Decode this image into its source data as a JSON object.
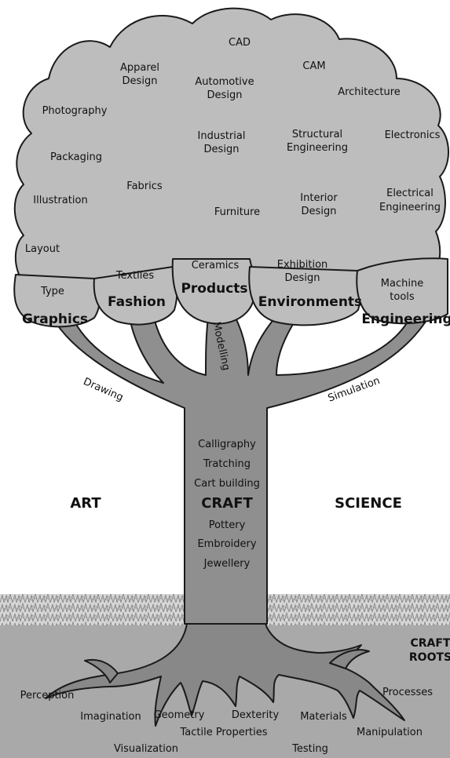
{
  "canopy": {
    "items": {
      "cad": "CAD",
      "cam": "CAM",
      "apparel_1": "Apparel",
      "apparel_2": "Design",
      "automotive_1": "Automotive",
      "automotive_2": "Design",
      "architecture": "Architecture",
      "photography": "Photography",
      "industrial_1": "Industrial",
      "industrial_2": "Design",
      "structural_1": "Structural",
      "structural_2": "Engineering",
      "electronics": "Electronics",
      "packaging": "Packaging",
      "fabrics": "Fabrics",
      "illustration": "Illustration",
      "furniture": "Furniture",
      "interior_1": "Interior",
      "interior_2": "Design",
      "electrical_1": "Electrical",
      "electrical_2": "Engineering",
      "layout": "Layout"
    },
    "branches": {
      "graphics": {
        "sub1": "Type",
        "title": "Graphics"
      },
      "fashion": {
        "sub1": "Textiles",
        "title": "Fashion"
      },
      "products": {
        "sub1": "Ceramics",
        "title": "Products"
      },
      "environments": {
        "sub1": "Exhibition",
        "sub2": "Design",
        "title": "Environments"
      },
      "engineering": {
        "sub1": "Machine",
        "sub2": "tools",
        "title": "Engineering"
      }
    }
  },
  "limbs": {
    "drawing": "Drawing",
    "modelling": "Modelling",
    "simulation": "Simulation"
  },
  "trunk": {
    "items": [
      "Calligraphy",
      "Tratching",
      "Cart building",
      "CRAFT",
      "Pottery",
      "Embroidery",
      "Jewellery"
    ]
  },
  "sides": {
    "left": "ART",
    "right": "SCIENCE"
  },
  "roots": {
    "title_1": "CRAFT",
    "title_2": "ROOTS",
    "items": {
      "perception": "Perception",
      "imagination": "Imagination",
      "geometry": "Geometry",
      "dexterity": "Dexterity",
      "materials": "Materials",
      "processes": "Processes",
      "visualization": "Visualization",
      "tactile": "Tactile Properties",
      "testing": "Testing",
      "manipulation": "Manipulation"
    }
  },
  "colors": {
    "canopy": "#bdbdbd",
    "branch": "#8f8f8f",
    "soil": "#a9a9a9",
    "root": "#888888",
    "outline": "#1a1a1a"
  }
}
